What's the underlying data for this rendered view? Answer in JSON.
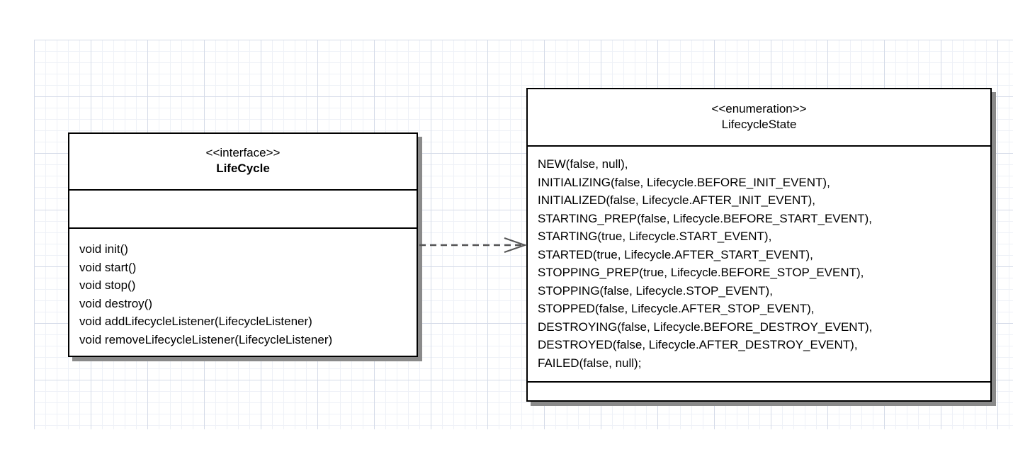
{
  "interface_box": {
    "stereotype": "<<interface>>",
    "name": "LifeCycle",
    "attributes": [],
    "methods": [
      "void init()",
      "void start()",
      "void stop()",
      "void destroy()",
      "void addLifecycleListener(LifecycleListener)",
      "void removeLifecycleListener(LifecycleListener)"
    ]
  },
  "enum_box": {
    "stereotype": "<<enumeration>>",
    "name": "LifecycleState",
    "literals": [
      "NEW(false, null),",
      "INITIALIZING(false, Lifecycle.BEFORE_INIT_EVENT),",
      "INITIALIZED(false, Lifecycle.AFTER_INIT_EVENT),",
      "STARTING_PREP(false, Lifecycle.BEFORE_START_EVENT),",
      "STARTING(true, Lifecycle.START_EVENT),",
      "STARTED(true, Lifecycle.AFTER_START_EVENT),",
      "STOPPING_PREP(true, Lifecycle.BEFORE_STOP_EVENT),",
      "STOPPING(false, Lifecycle.STOP_EVENT),",
      "STOPPED(false, Lifecycle.AFTER_STOP_EVENT),",
      "DESTROYING(false, Lifecycle.BEFORE_DESTROY_EVENT),",
      "DESTROYED(false, Lifecycle.AFTER_DESTROY_EVENT),",
      "FAILED(false, null);"
    ]
  },
  "connector": {
    "style": "dashed",
    "head": "open-arrow",
    "color": "#555555"
  },
  "colors": {
    "grid_major": "#d5dbe8",
    "grid_minor": "#eef1f7",
    "border": "#000000",
    "shadow": "#8a8a8a"
  }
}
